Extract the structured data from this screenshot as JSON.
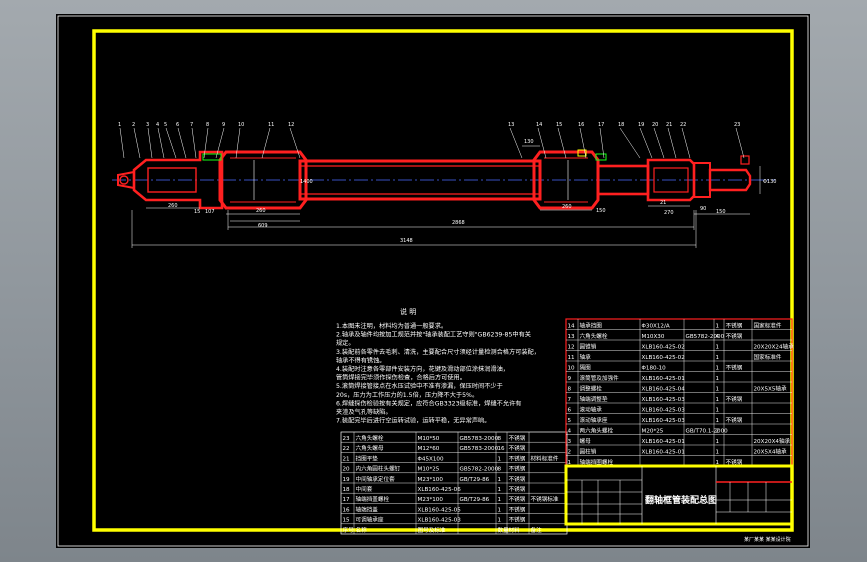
{
  "drawing": {
    "title_block_name": "翻轴框管装配总图",
    "footer_caption": "某厂某某 某某设计院",
    "total_length_label": "3148",
    "inner_length_label": "2868",
    "dims": {
      "d1": "260",
      "d2": "15",
      "d3": "107",
      "d4": "260",
      "d5": "609",
      "d6": "130",
      "d7": "260",
      "d8": "150",
      "d9": "21",
      "d10": "270",
      "d11": "90",
      "d12": "150",
      "d13": "Φ130",
      "d14": "1400"
    },
    "balloons_left": [
      "1",
      "2",
      "3",
      "4",
      "5",
      "6",
      "7",
      "8",
      "9",
      "10",
      "11",
      "12"
    ],
    "balloons_right": [
      "13",
      "14",
      "15",
      "16",
      "17",
      "18",
      "19",
      "20",
      "21",
      "22",
      "23"
    ],
    "notes_heading": "说  明",
    "notes": [
      "1.本图未注明，材料均为普通一般要求。",
      "2.轴承及轴件均按加工规范并按\"轴承装配工艺守则\"GB6239-85中有关",
      "  规定。",
      "3.装配前各零件去毛刺、清洗，主要配合尺寸须经计量检测合格方可装配，",
      "  轴承不得有锈蚀。",
      "4.装配时注意各零部件安装方向，花键及滑动部位涂抹润滑油，",
      "  管筒焊接完毕须作探伤检查，合格后方可使用。",
      "5.滚筒焊接管接点在水压试验中不准有渗漏，保压时间不少于",
      "  20s，压力为工作压力的1.5倍，压力降不大于5%。",
      "6.焊缝探伤检验按有关规定，应符合GB3323级标准，焊缝不允许有",
      "  夹渣及气孔等缺陷。",
      "7.装配完毕后进行空运转试验，运转平稳，无异常声响。"
    ],
    "bom_left": [
      {
        "no": "23",
        "name": "六角头螺栓",
        "code": "M10*50",
        "std": "GB5783-2000",
        "qty": "8",
        "mat": "不锈钢",
        "note": ""
      },
      {
        "no": "22",
        "name": "六角头螺母",
        "code": "M12*60",
        "std": "GB5783-2000",
        "qty": "16",
        "mat": "不锈钢",
        "note": ""
      },
      {
        "no": "21",
        "name": "挡圈平垫",
        "code": "Φ45X100",
        "std": "",
        "qty": "1",
        "mat": "不锈钢",
        "note": "材料标准件"
      },
      {
        "no": "20",
        "name": "内六角圆柱头螺钉",
        "code": "M10*25",
        "std": "GB5782-2000",
        "qty": "8",
        "mat": "不锈钢",
        "note": ""
      },
      {
        "no": "19",
        "name": "中间轴承定位套",
        "code": "M23*100",
        "std": "GB/T29-86",
        "qty": "1",
        "mat": "不锈钢",
        "note": ""
      },
      {
        "no": "18",
        "name": "中间套",
        "code": "XLB160-425-06",
        "std": "",
        "qty": "1",
        "mat": "不锈钢",
        "note": ""
      },
      {
        "no": "17",
        "name": "轴端挡盖螺栓",
        "code": "M23*100",
        "std": "GB/T29-86",
        "qty": "1",
        "mat": "不锈钢",
        "note": "不锈钢标准"
      },
      {
        "no": "16",
        "name": "轴端挡盖",
        "code": "XLB160-425-05",
        "std": "",
        "qty": "1",
        "mat": "不锈钢",
        "note": ""
      },
      {
        "no": "15",
        "name": "可调轴承座",
        "code": "XLB160-425-03",
        "std": "",
        "qty": "1",
        "mat": "不锈钢",
        "note": ""
      },
      {
        "no": "序号",
        "name": "名称",
        "code": "图号及标准",
        "std": "",
        "qty": "数量",
        "mat": "材料",
        "note": "备注"
      }
    ],
    "bom_right": [
      {
        "no": "14",
        "name": "轴承挡圈",
        "code": "Φ30X12/A",
        "std": "",
        "qty": "1",
        "mat": "不锈钢",
        "note": "国家标准件"
      },
      {
        "no": "13",
        "name": "六角头螺栓",
        "code": "M10X30",
        "std": "GB5782-2000",
        "qty": "4",
        "mat": "不锈钢",
        "note": ""
      },
      {
        "no": "12",
        "name": "圆锥销",
        "code": "XLB160-425-02",
        "std": "",
        "qty": "1",
        "mat": "",
        "note": "20X20X24轴承"
      },
      {
        "no": "11",
        "name": "轴承",
        "code": "XLB160-425-02",
        "std": "",
        "qty": "1",
        "mat": "",
        "note": "国家标准件"
      },
      {
        "no": "10",
        "name": "隔圈",
        "code": "Φ180-10",
        "std": "",
        "qty": "1",
        "mat": "不锈钢",
        "note": ""
      },
      {
        "no": "9",
        "name": "滚筒管及加强件",
        "code": "XLB160-425-01",
        "std": "",
        "qty": "1",
        "mat": "",
        "note": ""
      },
      {
        "no": "8",
        "name": "调整螺栓",
        "code": "XLB160-425-04",
        "std": "",
        "qty": "1",
        "mat": "",
        "note": "20X5X5轴承"
      },
      {
        "no": "7",
        "name": "轴端调整垫",
        "code": "XLB160-425-03",
        "std": "",
        "qty": "1",
        "mat": "不锈钢",
        "note": ""
      },
      {
        "no": "6",
        "name": "滚动轴承",
        "code": "XLB160-425-03",
        "std": "",
        "qty": "1",
        "mat": "",
        "note": ""
      },
      {
        "no": "5",
        "name": "滚动轴承座",
        "code": "XLB160-425-03",
        "std": "",
        "qty": "1",
        "mat": "不锈钢",
        "note": ""
      },
      {
        "no": "4",
        "name": "两六角头螺栓",
        "code": "M20*25",
        "std": "GB/T70.1-2000",
        "qty": "2",
        "mat": "",
        "note": ""
      },
      {
        "no": "3",
        "name": "螺母",
        "code": "XLB160-425-01",
        "std": "",
        "qty": "1",
        "mat": "",
        "note": "20X20X4轴承"
      },
      {
        "no": "2",
        "name": "圆柱销",
        "code": "XLB160-425-01",
        "std": "",
        "qty": "1",
        "mat": "",
        "note": "20X5X4轴承"
      },
      {
        "no": "1",
        "name": "轴端挡圈螺栓",
        "code": "",
        "std": "",
        "qty": "1",
        "mat": "不锈钢",
        "note": ""
      }
    ],
    "colors": {
      "frame": "#ffff00",
      "part": "#ff2020",
      "line": "#ffffff",
      "center": "#4a6cff",
      "green": "#19ff19"
    }
  }
}
